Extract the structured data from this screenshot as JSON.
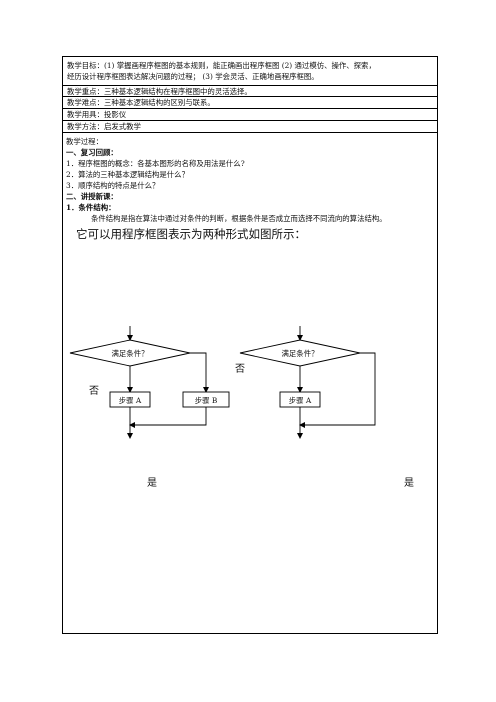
{
  "table_rows": {
    "goal_line1": "教学目标：(1) 掌握画程序框图的基本规则，能正确画出程序框图 (2) 通过模仿、操作、探索，",
    "goal_line2": "经历设计程序框图表达解决问题的过程； (3) 学会灵活、正确地画程序框图。",
    "key_point": "教学重点：三种基本逻辑结构在程序框图中的灵活选择。",
    "difficulty": "教学难点：三种基本逻辑结构的区别与联系。",
    "tools": "教学用具：投影仪",
    "method": "教学方法：启发式教学"
  },
  "process": {
    "heading": "教学过程：",
    "review_title": "一、复习回顾：",
    "review_items": [
      "1．程序框图的概念：各基本图形的名称及用法是什么?",
      "2．算法的三种基本逻辑结构是什么？",
      "3．顺序结构的特点是什么？"
    ],
    "new_title": "二、讲授新课：",
    "sub_title": "1．条件结构：",
    "description": "条件结构是指在算法中通过对条件的判断，根据条件是否成立而选择不同流向的算法结构。",
    "intro": "它可以用程序框图表示为两种形式如图所示："
  },
  "diagram": {
    "condition_label": "满足条件？",
    "left_box_a": "步骤 A",
    "left_box_b": "步骤 B",
    "right_box_a": "步骤 A",
    "no_label": "否",
    "yes_label": "是"
  },
  "colors": {
    "line": "#000000",
    "text": "#111111"
  }
}
